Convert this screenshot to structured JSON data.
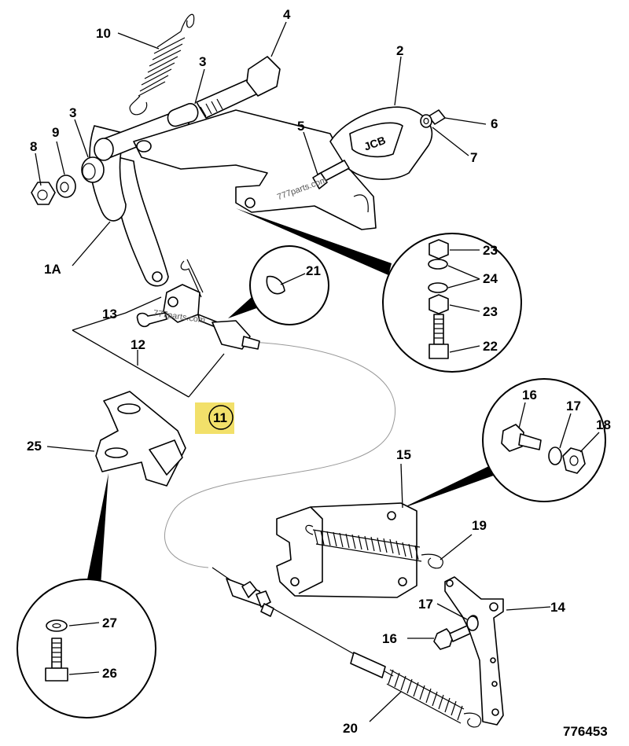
{
  "diagram": {
    "figure_number": "776453",
    "watermark": "777parts.com",
    "highlight_color": "#f2e06a",
    "callouts": [
      {
        "id": "c-1a",
        "label": "1A"
      },
      {
        "id": "c-2",
        "label": "2"
      },
      {
        "id": "c-3a",
        "label": "3"
      },
      {
        "id": "c-3b",
        "label": "3"
      },
      {
        "id": "c-4",
        "label": "4"
      },
      {
        "id": "c-5",
        "label": "5"
      },
      {
        "id": "c-6",
        "label": "6"
      },
      {
        "id": "c-7",
        "label": "7"
      },
      {
        "id": "c-8",
        "label": "8"
      },
      {
        "id": "c-9",
        "label": "9"
      },
      {
        "id": "c-10",
        "label": "10"
      },
      {
        "id": "c-11",
        "label": "11",
        "highlighted": true
      },
      {
        "id": "c-12",
        "label": "12"
      },
      {
        "id": "c-13",
        "label": "13"
      },
      {
        "id": "c-14",
        "label": "14"
      },
      {
        "id": "c-15",
        "label": "15"
      },
      {
        "id": "c-16a",
        "label": "16"
      },
      {
        "id": "c-16b",
        "label": "16"
      },
      {
        "id": "c-17a",
        "label": "17"
      },
      {
        "id": "c-17b",
        "label": "17"
      },
      {
        "id": "c-18",
        "label": "18"
      },
      {
        "id": "c-19",
        "label": "19"
      },
      {
        "id": "c-20",
        "label": "20"
      },
      {
        "id": "c-21",
        "label": "21"
      },
      {
        "id": "c-22",
        "label": "22"
      },
      {
        "id": "c-23a",
        "label": "23"
      },
      {
        "id": "c-23b",
        "label": "23"
      },
      {
        "id": "c-24",
        "label": "24"
      },
      {
        "id": "c-25",
        "label": "25"
      },
      {
        "id": "c-26",
        "label": "26"
      },
      {
        "id": "c-27",
        "label": "27"
      }
    ]
  }
}
